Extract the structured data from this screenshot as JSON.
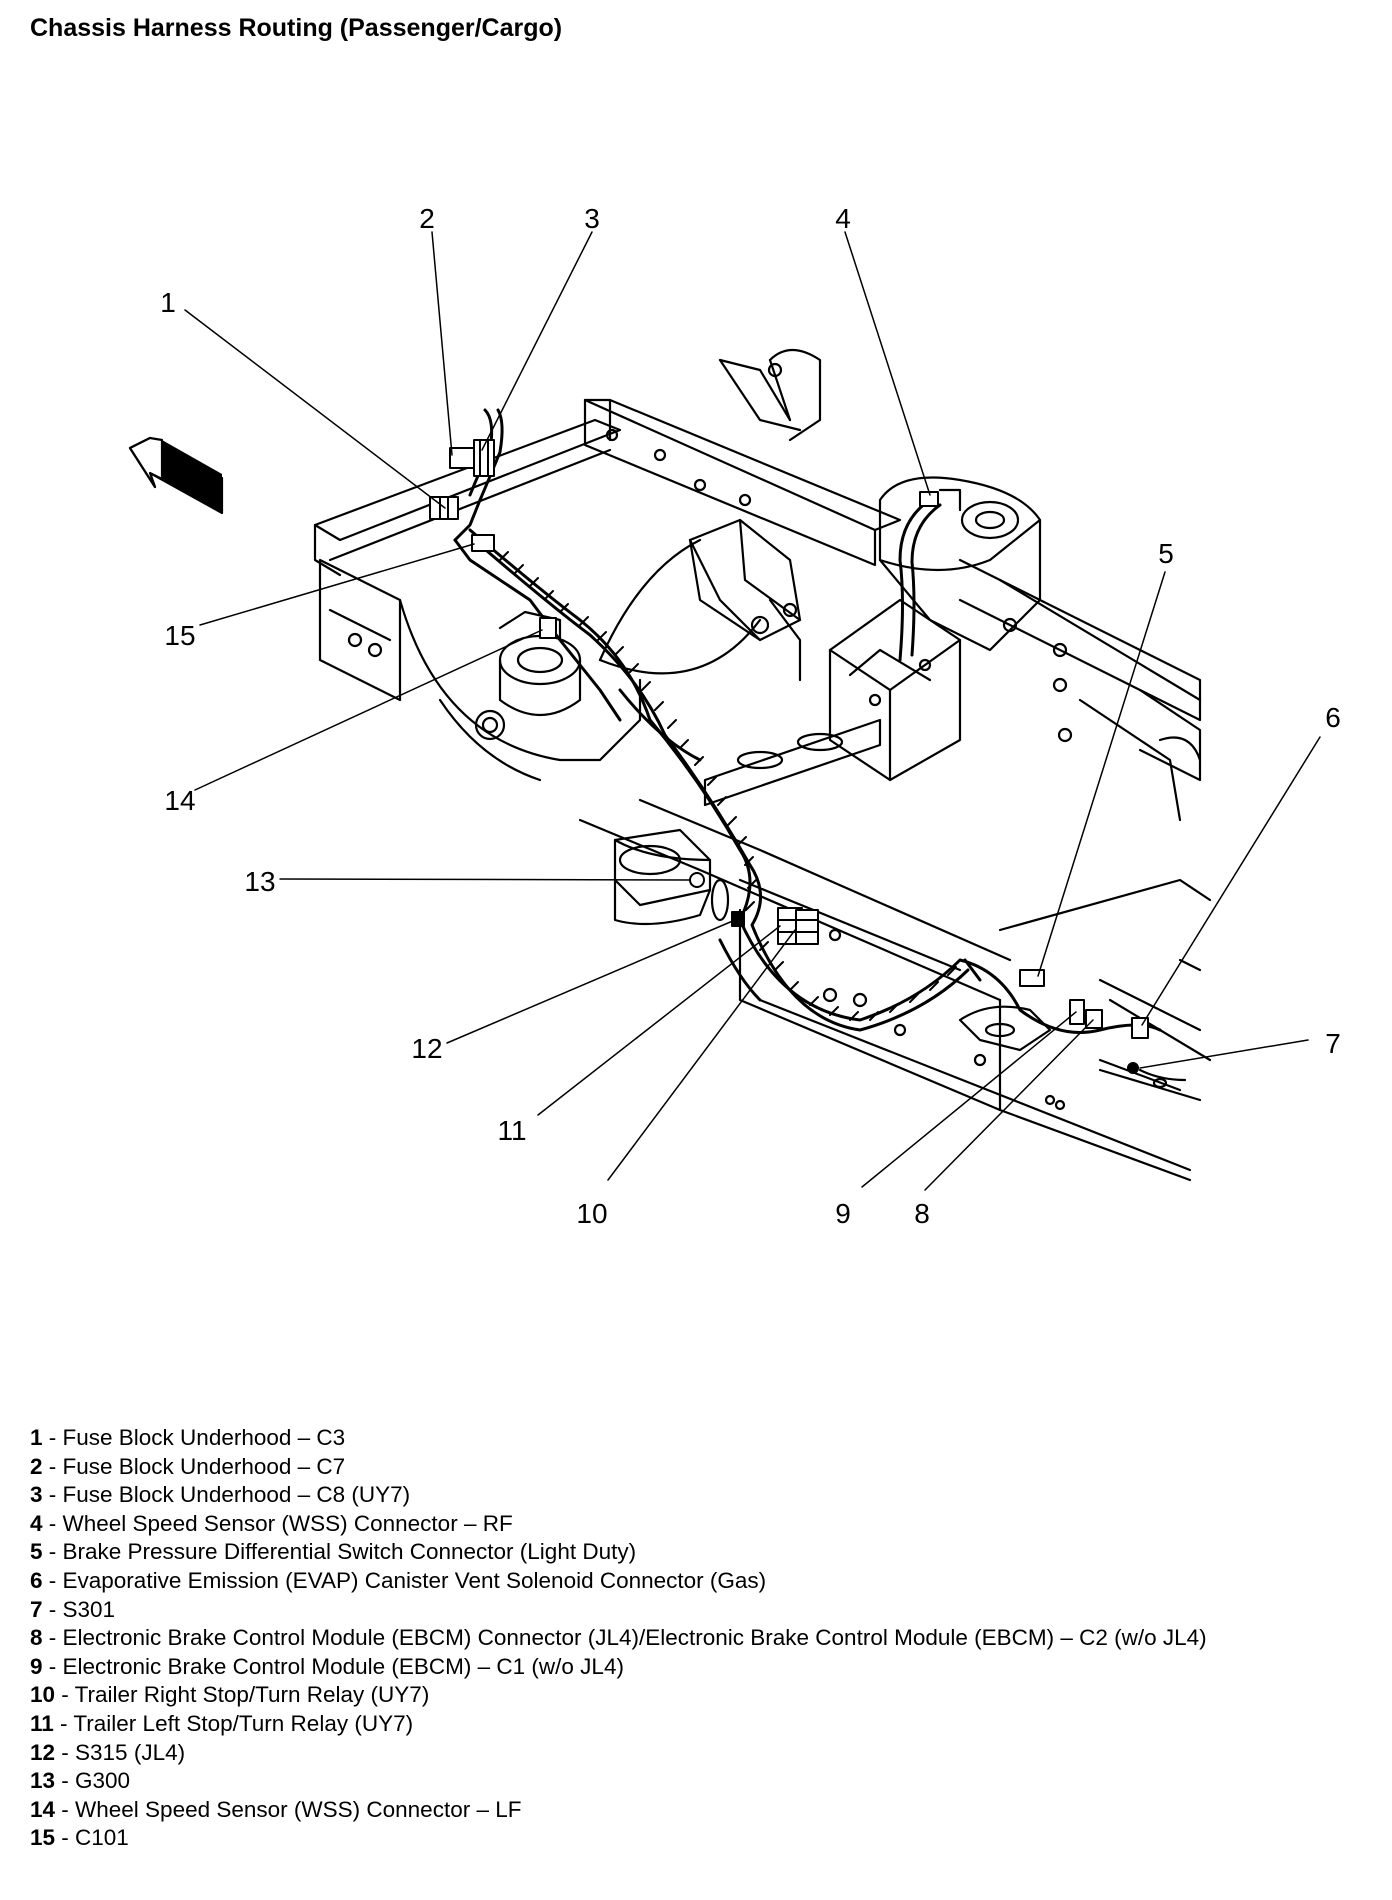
{
  "title": "Chassis Harness Routing (Passenger/Cargo)",
  "callouts": [
    "1",
    "2",
    "3",
    "4",
    "5",
    "6",
    "7",
    "8",
    "9",
    "10",
    "11",
    "12",
    "13",
    "14",
    "15"
  ],
  "legend": [
    {
      "num": "1",
      "text": " - Fuse Block Underhood – C3"
    },
    {
      "num": "2",
      "text": " - Fuse Block Underhood – C7"
    },
    {
      "num": "3",
      "text": " - Fuse Block Underhood – C8 (UY7)"
    },
    {
      "num": "4",
      "text": " - Wheel Speed Sensor (WSS) Connector – RF"
    },
    {
      "num": "5",
      "text": " - Brake Pressure Differential Switch Connector (Light Duty)"
    },
    {
      "num": "6",
      "text": " - Evaporative Emission (EVAP) Canister Vent Solenoid Connector (Gas)"
    },
    {
      "num": "7",
      "text": " - S301"
    },
    {
      "num": "8",
      "text": " - Electronic Brake Control Module (EBCM) Connector (JL4)/Electronic Brake Control Module (EBCM) – C2 (w/o JL4)"
    },
    {
      "num": "9",
      "text": " - Electronic Brake Control Module (EBCM) – C1 (w/o JL4)"
    },
    {
      "num": "10",
      "text": " - Trailer Right Stop/Turn Relay (UY7)"
    },
    {
      "num": "11",
      "text": " - Trailer Left Stop/Turn Relay (UY7)"
    },
    {
      "num": "12",
      "text": " - S315 (JL4)"
    },
    {
      "num": "13",
      "text": " - G300"
    },
    {
      "num": "14",
      "text": " - Wheel Speed Sensor (WSS) Connector – LF"
    },
    {
      "num": "15",
      "text": " - C101"
    }
  ]
}
